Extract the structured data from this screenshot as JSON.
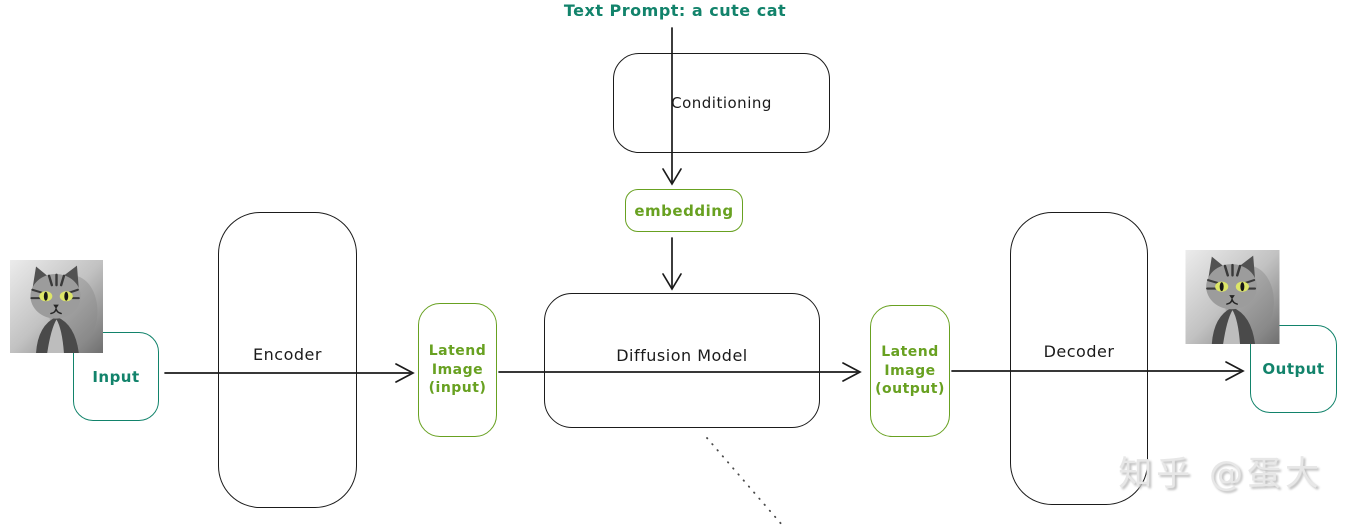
{
  "diagram": {
    "title": "Text Prompt: a cute cat",
    "nodes": {
      "conditioning": {
        "label": "Conditioning"
      },
      "embedding": {
        "label": "embedding"
      },
      "diffusion_model": {
        "label": "Diffusion Model"
      },
      "encoder": {
        "label": "Encoder"
      },
      "decoder": {
        "label": "Decoder"
      },
      "latent_input": {
        "label": "Latend\nImage\n(input)"
      },
      "latent_output": {
        "label": "Latend\nImage\n(output)"
      },
      "input": {
        "label": "Input"
      },
      "output": {
        "label": "Output"
      }
    },
    "images": {
      "input_cat": "grayscale tabby cat photo",
      "output_cat": "grayscale tabby cat photo"
    },
    "flow": [
      "Input -> Encoder -> Latend Image (input) -> Diffusion Model -> Latend Image (output) -> Decoder -> Output",
      "Text Prompt -> Conditioning -> embedding -> Diffusion Model"
    ],
    "colors": {
      "ink": "#1b1b1b",
      "teal_accent": "#12836b",
      "green_accent": "#68a121",
      "watermark_gray": "#e7e7e7"
    },
    "watermark": "知乎 @蛋大"
  }
}
